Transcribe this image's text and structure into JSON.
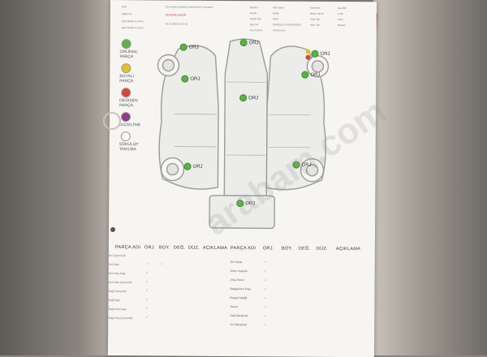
{
  "header": {
    "left_labels": [
      "Beyt",
      "Bölge No",
      "Ekip Sahibi ve Adres",
      "Ekip Sahibi ve Adres"
    ],
    "left_values": [
      "SLB Roda (Sellkerl) Entek/Sinerji Timesideri",
      "",
      "",
      ""
    ],
    "highlight": "DEGERLENDIR",
    "date": "04.01.2029 19:33:35",
    "mid_labels": [
      "Marka T.",
      "Model",
      "Model Kilit",
      "Şasi No",
      "Kim Kontrol"
    ],
    "mid_values": [
      "Fiat Doblo",
      "Doblo",
      "OEM",
      "SD8N32X17VA08RG3050",
      "XXXXXXXX"
    ],
    "right_labels": [
      "Kilometre",
      "Motor Hacmi",
      "Yakıt Tipi",
      "Vites Tipi",
      ""
    ],
    "right_values": [
      "111.680",
      "1.3M",
      "Dizel",
      "Manuel",
      ""
    ]
  },
  "legend": [
    {
      "label": "ORİJİNAL PARÇA",
      "color": "#5db247"
    },
    {
      "label": "BOYALI PARÇA",
      "color": "#e3c22a"
    },
    {
      "label": "DEĞİŞEN PARÇA",
      "color": "#d4463c"
    },
    {
      "label": "DÜZELTME",
      "color": "#8b3a8c"
    },
    {
      "label": "SÖKÜLÜP TAKILMA",
      "color": "#ffffff"
    }
  ],
  "tags": {
    "t1": "ORJ",
    "t2": "ORJ",
    "t3": "ORJ",
    "t4": "ORJ",
    "t5": "ORJ",
    "t6": "ORJ",
    "t7": "ORJ",
    "t8": "ORJ",
    "t9": "ORJ"
  },
  "watermark": "arabam.com",
  "table": {
    "headers": [
      "PARÇA ADI",
      "ORJ.",
      "BOY.",
      "DEĞ.",
      "DÜZ.",
      "AÇIKLAMA",
      "PARÇA ADI",
      "ORJ.",
      "BOY.",
      "DEĞ.",
      "DÜZ.",
      "AÇIKLAMA"
    ],
    "left_rows": [
      "Sol Çamurluk",
      "Sol Kapı",
      "Sol Arka Kapı",
      "Sol Arka Çamurluk",
      "Sağ Çamurluk",
      "Sağ Kapı",
      "Sağ Arka Kapı",
      "Sağ Arka Çamurluk"
    ],
    "right_rows": [
      "Ön Panel",
      "Motor Kaputu",
      "Arka Panel",
      "Bagaj/Arka Kapı",
      "Bagaj Kapağı",
      "Tavan",
      "Sağ Marşpiyel",
      "Sol Marşpiyel"
    ]
  }
}
